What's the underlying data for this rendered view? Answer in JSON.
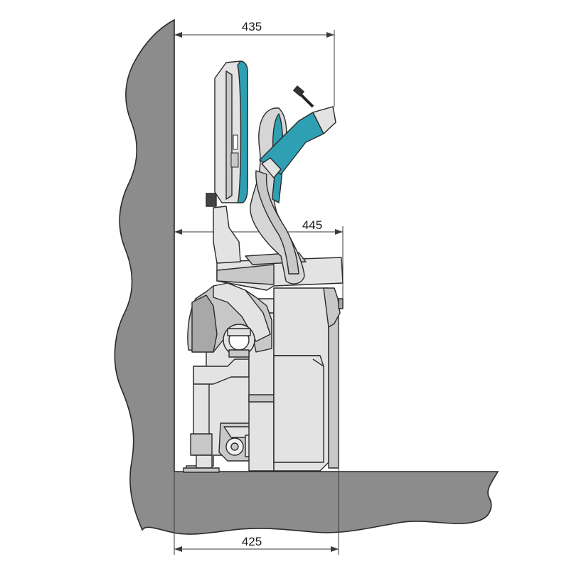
{
  "dimensions": {
    "top_width": "435",
    "middle_width": "445",
    "bottom_width": "425"
  },
  "colors": {
    "wall": "#8c8c8c",
    "unit_body": "#e3e3e3",
    "unit_shade": "#c8c8c8",
    "unit_dark": "#a8a8a8",
    "outline": "#2b2b2b",
    "accent": "#2f9fb3",
    "dimension_line": "#3a3a3a"
  }
}
